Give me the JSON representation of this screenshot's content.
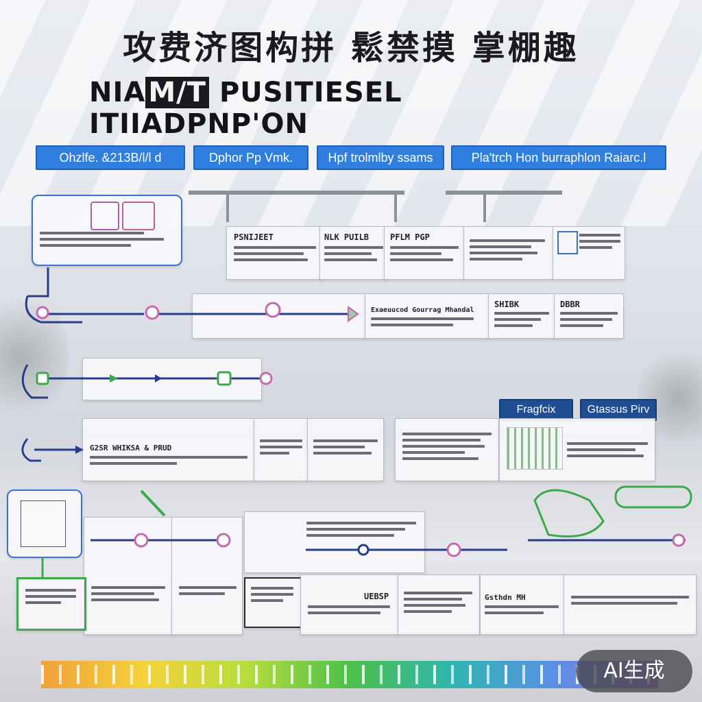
{
  "title_cn": "攻费济图构拼 鬆禁摸 掌棚趣",
  "title_en": {
    "prefix": "NIA",
    "highlight": "M/T",
    "rest": " PUSITIESEL ITIIADPNP'ON"
  },
  "tabs": [
    {
      "label": "Ohzlfe. &213B/l/l d"
    },
    {
      "label": "Dphor Pp Vmk."
    },
    {
      "label": "Hpf trolmlby ssams"
    },
    {
      "label": "Pla'trch Hon burraphlon Raiarc.l"
    }
  ],
  "side_tabs": [
    {
      "label": "Fragfcix"
    },
    {
      "label": "Gtassus Pirv"
    }
  ],
  "panels": {
    "row1_a": {
      "title": "PSNIJEET"
    },
    "row1_b": {
      "title": "NLK PUILB"
    },
    "row1_c": {
      "title": "PFLM PGP"
    },
    "row2_a": {
      "title": "Exaeuucod Gourrag Mhandal"
    },
    "row2_b": {
      "title": "SHIBK"
    },
    "row2_c": {
      "title": "DBBR"
    },
    "row4_a": {
      "title": "G2SR WHIKSA & PRUD"
    },
    "row6_a": {
      "title": "UEBSP"
    },
    "row6_b": {
      "title": "Gsthdn MH"
    }
  },
  "watermark": "AI生成",
  "colors": {
    "tab_blue": "#2f7fe0",
    "tab_dark": "#1f4e93",
    "flow_line": "#273d8a",
    "node_pink": "#c767b0",
    "node_green": "#3aa94a",
    "panel_blue_border": "#3c6fd6"
  }
}
